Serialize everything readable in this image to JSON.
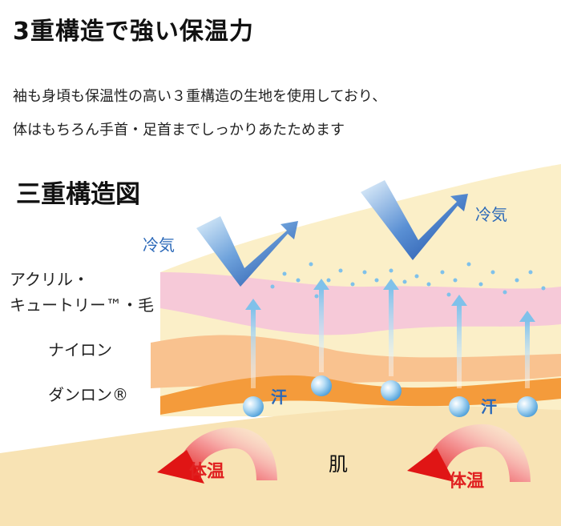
{
  "header": {
    "title": "3重構造で強い保温力",
    "description_lines": [
      "袖も身頃も保温性の高い３重構造の生地を使用しており、",
      "体はもちろん手首・足首までしっかりあたためます"
    ]
  },
  "diagram": {
    "title": "三重構造図",
    "layers": {
      "top_line1": "アクリル・",
      "top_line2": "キュートリー™・毛",
      "middle": "ナイロン",
      "bottom": "ダンロン®"
    },
    "cold_air_label": "冷気",
    "sweat_label": "汗",
    "body_heat_label": "体温",
    "skin_label": "肌",
    "colors": {
      "cream": "#fbefc8",
      "pink": "#f6c9d8",
      "peach": "#f9c28f",
      "orange": "#f49b3b",
      "skin": "#f8e3b4",
      "arrow_blue": "#2a5db0",
      "sweat_blue": "#7fc1ea",
      "heat_red": "#e02020"
    }
  }
}
